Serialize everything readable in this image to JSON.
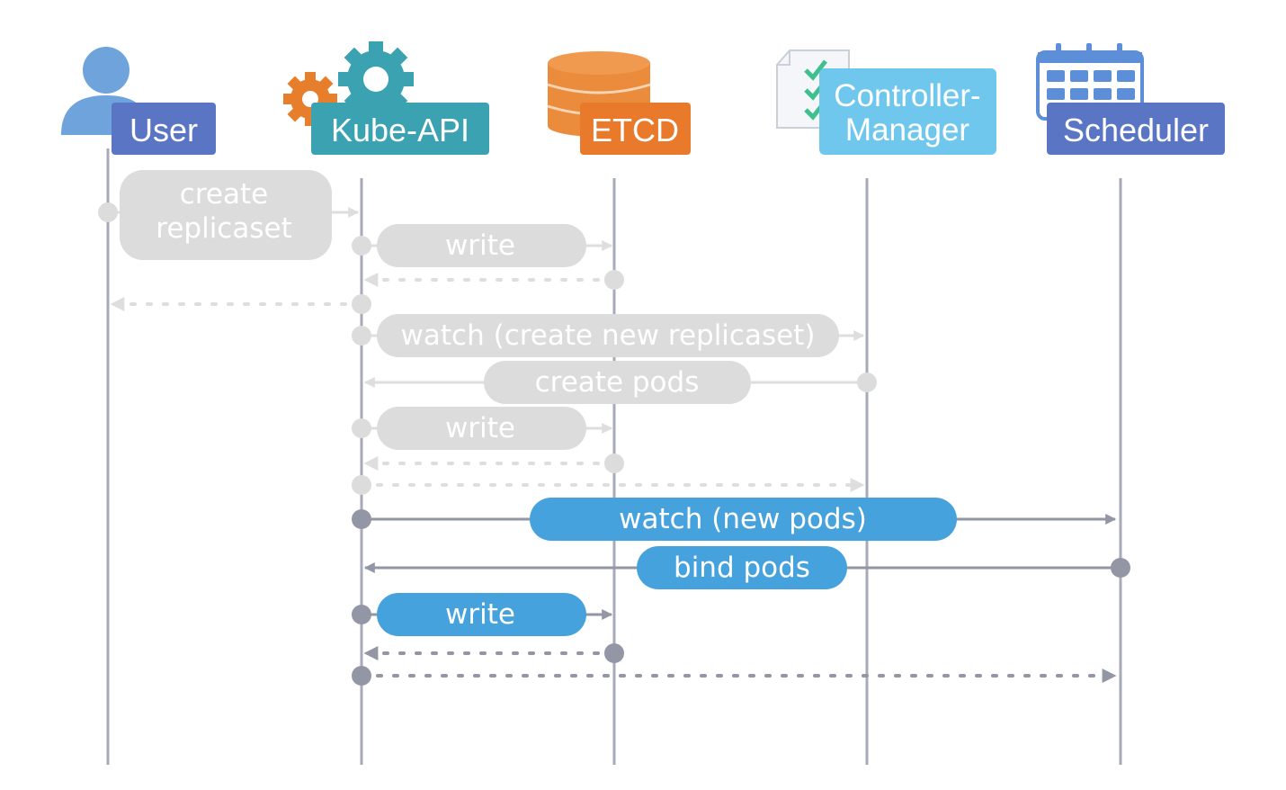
{
  "colors": {
    "lifeline": "#a7aab8",
    "inactive_pill": "#dcdcdc",
    "inactive_line": "#dedede",
    "active_pill": "#46a2dd",
    "active_line": "#9296a5",
    "pill_text": "#ffffff",
    "user_label_bg": "#5b75c5",
    "user_icon": "#6fa3dc",
    "kube_label_bg": "#3ba2b2",
    "kube_gear_big": "#3ba2b2",
    "kube_gear_small": "#e67e2b",
    "etcd_label_bg": "#ea7a2b",
    "etcd_db": "#ea8c3c",
    "cm_label_bg": "#6fc7ee",
    "cm_check": "#3fc08d",
    "sched_label_bg": "#5b75c5",
    "sched_icon": "#5d8fd8"
  },
  "actors": [
    {
      "id": "user",
      "label": "User",
      "icon": "person-icon"
    },
    {
      "id": "kube",
      "label": "Kube-API",
      "icon": "gears-icon"
    },
    {
      "id": "etcd",
      "label": "ETCD",
      "icon": "database-icon"
    },
    {
      "id": "cm",
      "label_line1": "Controller-",
      "label_line2": "Manager",
      "icon": "checklist-icon"
    },
    {
      "id": "sched",
      "label": "Scheduler",
      "icon": "calendar-icon"
    }
  ],
  "messages": [
    {
      "label_line1": "create",
      "label_line2": "replicaset",
      "state": "inactive",
      "from": "user",
      "to": "kube"
    },
    {
      "label": "write",
      "state": "inactive",
      "from": "kube",
      "to": "etcd"
    },
    {
      "label": "",
      "state": "inactive",
      "from": "etcd",
      "to": "kube",
      "style": "dotted"
    },
    {
      "label": "",
      "state": "inactive",
      "from": "kube",
      "to": "user",
      "style": "dotted"
    },
    {
      "label": "watch (create new replicaset)",
      "state": "inactive",
      "from": "kube",
      "to": "cm"
    },
    {
      "label": "create pods",
      "state": "inactive",
      "from": "cm",
      "to": "kube"
    },
    {
      "label": "write",
      "state": "inactive",
      "from": "kube",
      "to": "etcd"
    },
    {
      "label": "",
      "state": "inactive",
      "from": "etcd",
      "to": "kube",
      "style": "dotted"
    },
    {
      "label": "",
      "state": "inactive",
      "from": "kube",
      "to": "cm",
      "style": "dotted"
    },
    {
      "label": "watch (new pods)",
      "state": "active",
      "from": "kube",
      "to": "sched"
    },
    {
      "label": "bind pods",
      "state": "active",
      "from": "sched",
      "to": "kube"
    },
    {
      "label": "write",
      "state": "active",
      "from": "kube",
      "to": "etcd"
    },
    {
      "label": "",
      "state": "active",
      "from": "etcd",
      "to": "kube",
      "style": "dotted"
    },
    {
      "label": "",
      "state": "active",
      "from": "kube",
      "to": "sched",
      "style": "dotted"
    }
  ]
}
